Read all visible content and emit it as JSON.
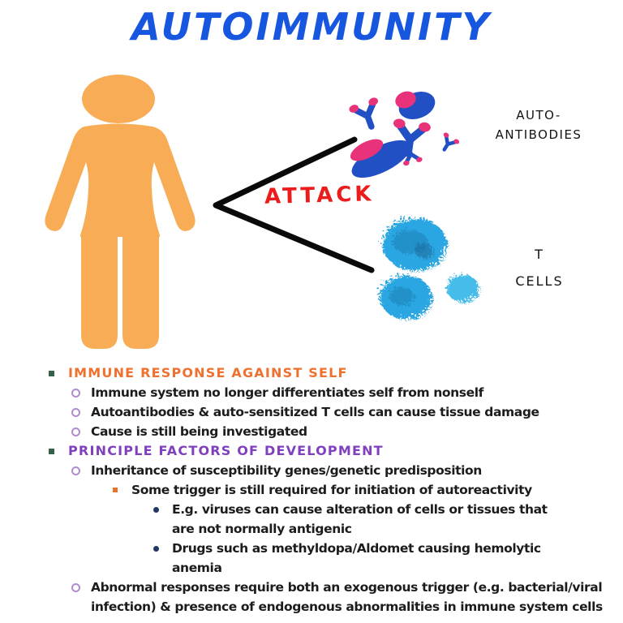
{
  "title": "AUTOIMMUNITY",
  "illustration": {
    "attack_label": "ATTACK",
    "autoantibodies_label_line1": "AUTO-",
    "autoantibodies_label_line2": "ANTIBODIES",
    "tcells_label_line1": "T",
    "tcells_label_line2": "CELLS",
    "person_color": "#F8AC55",
    "attack_color": "#ED1C1C",
    "line_color": "#0A0A0A",
    "antibody_blue": "#2050C4",
    "antibody_pink": "#E8327A",
    "tcell_blue": "#2AA7E2"
  },
  "colors": {
    "title_blue": "#1757DF",
    "heading_orange": "#EE7130",
    "heading_purple": "#8040BE",
    "bullet_green": "#35604A",
    "bullet_purple": "#B08CCF",
    "bullet_orange": "#E8742C",
    "bullet_navy": "#203864",
    "body_text": "#1C1C1C"
  },
  "list": {
    "items": [
      {
        "level": 1,
        "bullet": "square-green",
        "text": "IMMUNE RESPONSE AGAINST SELF"
      },
      {
        "level": 2,
        "bullet": "circle-purple",
        "text": "Immune system no longer differentiates self from nonself"
      },
      {
        "level": 2,
        "bullet": "circle-purple",
        "text": "Autoantibodies & auto-sensitized T cells can cause tissue damage"
      },
      {
        "level": 2,
        "bullet": "circle-purple",
        "text": "Cause is still being investigated"
      },
      {
        "level": 1,
        "bullet": "square-green",
        "text": "PRINCIPLE FACTORS OF DEVELOPMENT"
      },
      {
        "level": 2,
        "bullet": "circle-purple",
        "text": "Inheritance of susceptibility genes/genetic predisposition"
      },
      {
        "level": 3,
        "bullet": "square-orange",
        "text": "Some trigger is still required for initiation of autoreactivity"
      },
      {
        "level": 4,
        "bullet": "dot-navy",
        "text": "E.g. viruses can cause alteration of cells or tissues that are not normally antigenic"
      },
      {
        "level": 4,
        "bullet": "dot-navy",
        "text": "Drugs such as methyldopa/Aldomet causing hemolytic anemia"
      },
      {
        "level": 2,
        "bullet": "circle-purple",
        "text": "Abnormal responses require both an exogenous trigger (e.g. bacterial/viral infection) & presence of endogenous abnormalities in immune system cells"
      }
    ]
  }
}
